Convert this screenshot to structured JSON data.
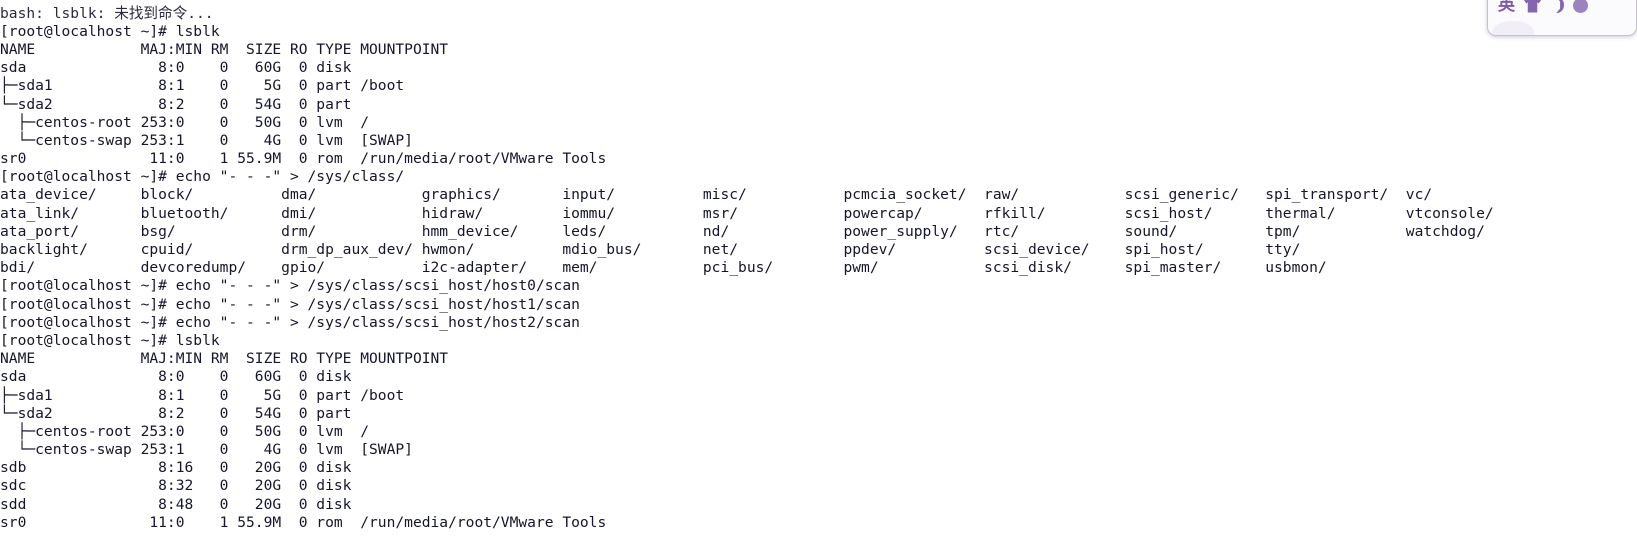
{
  "terminal": {
    "shell_prompt": "[root@localhost ~]#",
    "colors": {
      "background": "#ffffff",
      "foreground": "#15162b",
      "ime_accent": "#7d5ba6"
    },
    "clipped_first_line": "bash: lsblk: 未找到命令...",
    "lines": [
      "bash: lsblk: 未找到命令...",
      "[root@localhost ~]# lsblk",
      "NAME            MAJ:MIN RM  SIZE RO TYPE MOUNTPOINT",
      "sda               8:0    0   60G  0 disk ",
      "├─sda1            8:1    0    5G  0 part /boot",
      "└─sda2            8:2    0   54G  0 part ",
      "  ├─centos-root 253:0    0   50G  0 lvm  /",
      "  └─centos-swap 253:1    0    4G  0 lvm  [SWAP]",
      "sr0              11:0    1 55.9M  0 rom  /run/media/root/VMware Tools",
      "[root@localhost ~]# echo \"- - -\" > /sys/class/",
      "ata_device/     block/          dma/            graphics/       input/          misc/           pcmcia_socket/  raw/            scsi_generic/   spi_transport/  vc/",
      "ata_link/       bluetooth/      dmi/            hidraw/         iommu/          msr/            powercap/       rfkill/         scsi_host/      thermal/        vtconsole/",
      "ata_port/       bsg/            drm/            hmm_device/     leds/           nd/             power_supply/   rtc/            sound/          tpm/            watchdog/",
      "backlight/      cpuid/          drm_dp_aux_dev/ hwmon/          mdio_bus/       net/            ppdev/          scsi_device/    spi_host/       tty/",
      "bdi/            devcoredump/    gpio/           i2c-adapter/    mem/            pci_bus/        pwm/            scsi_disk/      spi_master/     usbmon/",
      "[root@localhost ~]# echo \"- - -\" > /sys/class/scsi_host/host0/scan",
      "[root@localhost ~]# echo \"- - -\" > /sys/class/scsi_host/host1/scan",
      "[root@localhost ~]# echo \"- - -\" > /sys/class/scsi_host/host2/scan",
      "[root@localhost ~]# lsblk",
      "NAME            MAJ:MIN RM  SIZE RO TYPE MOUNTPOINT",
      "sda               8:0    0   60G  0 disk ",
      "├─sda1            8:1    0    5G  0 part /boot",
      "└─sda2            8:2    0   54G  0 part ",
      "  ├─centos-root 253:0    0   50G  0 lvm  /",
      "  └─centos-swap 253:1    0    4G  0 lvm  [SWAP]",
      "sdb               8:16   0   20G  0 disk ",
      "sdc               8:32   0   20G  0 disk ",
      "sdd               8:48   0   20G  0 disk ",
      "sr0              11:0    1 55.9M  0 rom  /run/media/root/VMware Tools"
    ],
    "commands": [
      "lsblk",
      "echo \"- - -\" > /sys/class/",
      "echo \"- - -\" > /sys/class/scsi_host/host0/scan",
      "echo \"- - -\" > /sys/class/scsi_host/host1/scan",
      "echo \"- - -\" > /sys/class/scsi_host/host2/scan",
      "lsblk"
    ],
    "lsblk_headers": [
      "NAME",
      "MAJ:MIN",
      "RM",
      "SIZE",
      "RO",
      "TYPE",
      "MOUNTPOINT"
    ],
    "lsblk_before": [
      {
        "name": "sda",
        "maj_min": "8:0",
        "rm": "0",
        "size": "60G",
        "ro": "0",
        "type": "disk",
        "mountpoint": ""
      },
      {
        "name": "sda1",
        "maj_min": "8:1",
        "rm": "0",
        "size": "5G",
        "ro": "0",
        "type": "part",
        "mountpoint": "/boot"
      },
      {
        "name": "sda2",
        "maj_min": "8:2",
        "rm": "0",
        "size": "54G",
        "ro": "0",
        "type": "part",
        "mountpoint": ""
      },
      {
        "name": "centos-root",
        "maj_min": "253:0",
        "rm": "0",
        "size": "50G",
        "ro": "0",
        "type": "lvm",
        "mountpoint": "/"
      },
      {
        "name": "centos-swap",
        "maj_min": "253:1",
        "rm": "0",
        "size": "4G",
        "ro": "0",
        "type": "lvm",
        "mountpoint": "[SWAP]"
      },
      {
        "name": "sr0",
        "maj_min": "11:0",
        "rm": "1",
        "size": "55.9M",
        "ro": "0",
        "type": "rom",
        "mountpoint": "/run/media/root/VMware Tools"
      }
    ],
    "lsblk_after": [
      {
        "name": "sda",
        "maj_min": "8:0",
        "rm": "0",
        "size": "60G",
        "ro": "0",
        "type": "disk",
        "mountpoint": ""
      },
      {
        "name": "sda1",
        "maj_min": "8:1",
        "rm": "0",
        "size": "5G",
        "ro": "0",
        "type": "part",
        "mountpoint": "/boot"
      },
      {
        "name": "sda2",
        "maj_min": "8:2",
        "rm": "0",
        "size": "54G",
        "ro": "0",
        "type": "part",
        "mountpoint": ""
      },
      {
        "name": "centos-root",
        "maj_min": "253:0",
        "rm": "0",
        "size": "50G",
        "ro": "0",
        "type": "lvm",
        "mountpoint": "/"
      },
      {
        "name": "centos-swap",
        "maj_min": "253:1",
        "rm": "0",
        "size": "4G",
        "ro": "0",
        "type": "lvm",
        "mountpoint": "[SWAP]"
      },
      {
        "name": "sdb",
        "maj_min": "8:16",
        "rm": "0",
        "size": "20G",
        "ro": "0",
        "type": "disk",
        "mountpoint": ""
      },
      {
        "name": "sdc",
        "maj_min": "8:32",
        "rm": "0",
        "size": "20G",
        "ro": "0",
        "type": "disk",
        "mountpoint": ""
      },
      {
        "name": "sdd",
        "maj_min": "8:48",
        "rm": "0",
        "size": "20G",
        "ro": "0",
        "type": "disk",
        "mountpoint": ""
      },
      {
        "name": "sr0",
        "maj_min": "11:0",
        "rm": "1",
        "size": "55.9M",
        "ro": "0",
        "type": "rom",
        "mountpoint": "/run/media/root/VMware Tools"
      }
    ],
    "sys_class_entries": [
      "ata_device/",
      "ata_link/",
      "ata_port/",
      "backlight/",
      "bdi/",
      "block/",
      "bluetooth/",
      "bsg/",
      "cpuid/",
      "devcoredump/",
      "dma/",
      "dmi/",
      "drm/",
      "drm_dp_aux_dev/",
      "gpio/",
      "graphics/",
      "hidraw/",
      "hmm_device/",
      "hwmon/",
      "i2c-adapter/",
      "input/",
      "iommu/",
      "leds/",
      "mdio_bus/",
      "mem/",
      "misc/",
      "msr/",
      "nd/",
      "net/",
      "pci_bus/",
      "pcmcia_socket/",
      "powercap/",
      "power_supply/",
      "ppdev/",
      "pwm/",
      "raw/",
      "rfkill/",
      "rtc/",
      "scsi_device/",
      "scsi_disk/",
      "scsi_generic/",
      "scsi_host/",
      "sound/",
      "spi_host/",
      "spi_master/",
      "spi_transport/",
      "thermal/",
      "tpm/",
      "tty/",
      "usbmon/",
      "vc/",
      "vtconsole/",
      "watchdog/"
    ]
  },
  "ime": {
    "mode_label": "英",
    "icons": [
      "shirt-icon",
      "moon-icon",
      "flower-icon"
    ]
  }
}
